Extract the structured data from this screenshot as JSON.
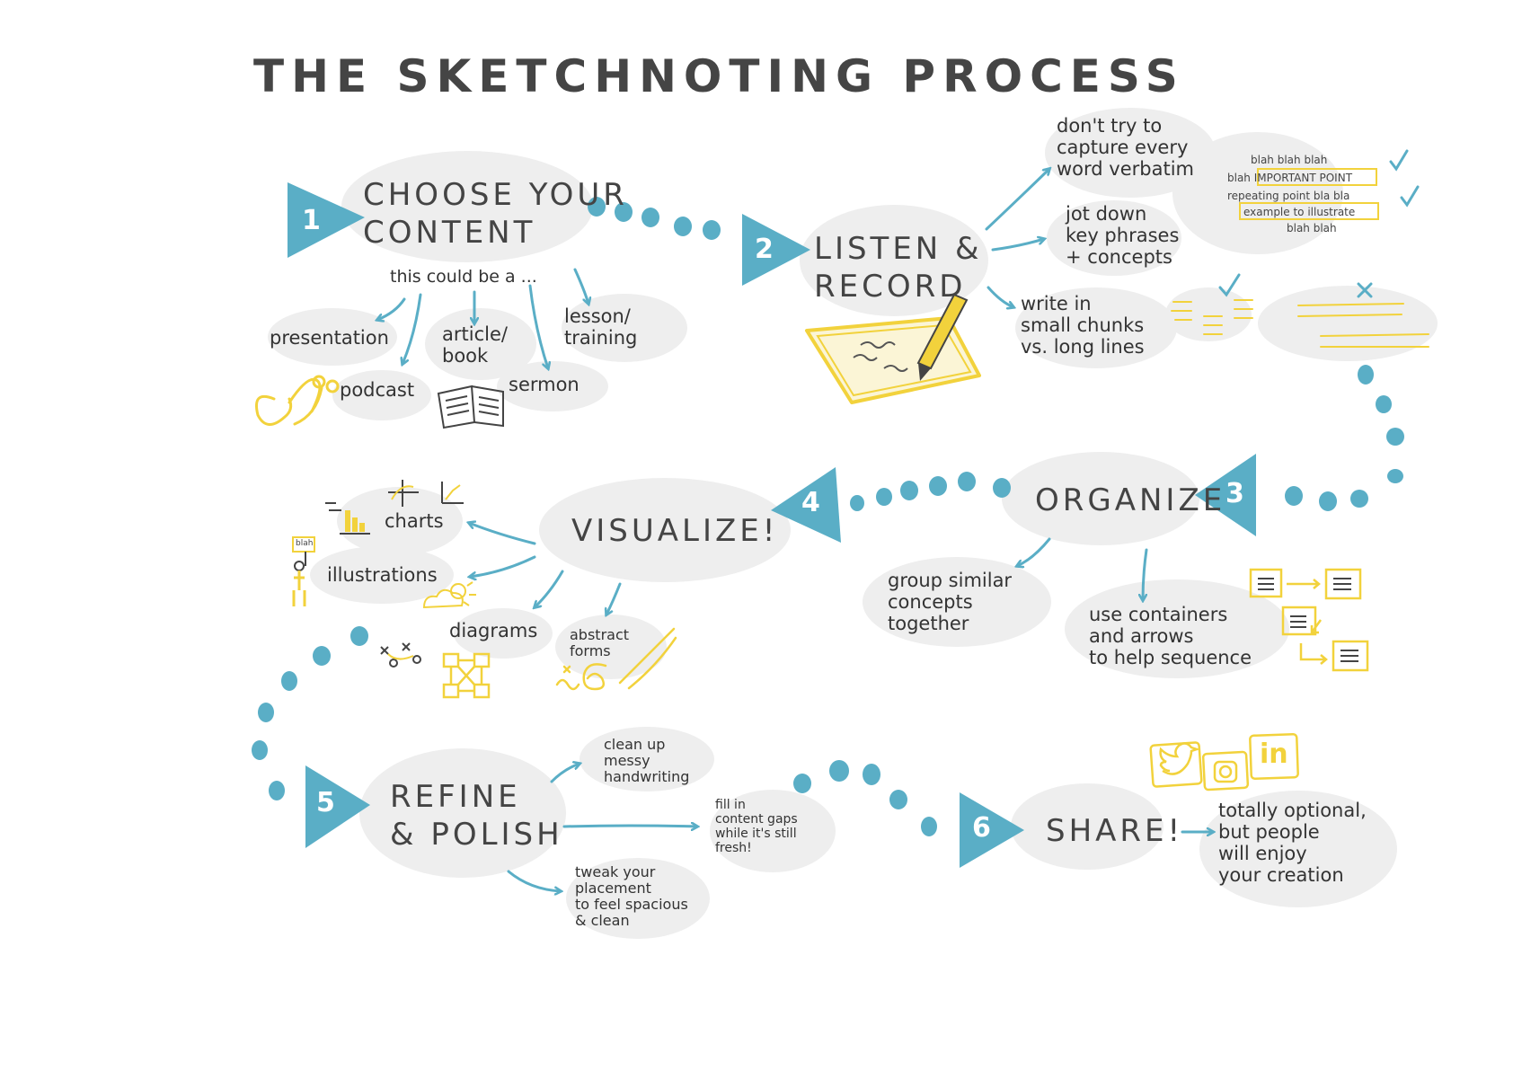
{
  "title": "THE SKETCHNOTING PROCESS",
  "colors": {
    "accent": "#5aaec6",
    "highlight": "#f2d23c",
    "blob": "#eeeeee",
    "ink": "#3d3d3d"
  },
  "steps": [
    {
      "number": "1",
      "label": "CHOOSE YOUR\nCONTENT"
    },
    {
      "number": "2",
      "label": "LISTEN &\nRECORD"
    },
    {
      "number": "3",
      "label": "ORGANIZE"
    },
    {
      "number": "4",
      "label": "VISUALIZE!"
    },
    {
      "number": "5",
      "label": "REFINE\n& POLISH"
    },
    {
      "number": "6",
      "label": "SHARE!"
    }
  ],
  "step1": {
    "lead": "this could be a ...",
    "items": [
      "presentation",
      "podcast",
      "article/\nbook",
      "sermon",
      "lesson/\ntraining"
    ]
  },
  "step2": {
    "notes": [
      "don't try to\ncapture every\nword verbatim",
      "jot down\nkey phrases\n+ concepts",
      "write in\nsmall chunks\nvs. long lines"
    ],
    "example_lines": [
      "blah blah blah",
      "blah IMPORTANT POINT",
      "repeating point bla bla",
      "example to illustrate",
      "blah blah"
    ]
  },
  "step3": {
    "notes": [
      "group similar\nconcepts\ntogether",
      "use containers\nand arrows\nto help sequence"
    ]
  },
  "step4": {
    "items": [
      "charts",
      "illustrations",
      "diagrams",
      "abstract\nforms"
    ],
    "sign_text": "blah"
  },
  "step5": {
    "notes": [
      "clean up\nmessy\nhandwriting",
      "fill in\ncontent gaps\nwhile it's still\nfresh!",
      "tweak your\nplacement\nto feel spacious\n& clean"
    ]
  },
  "step6": {
    "note": "totally optional,\nbut people\nwill enjoy\nyour creation",
    "social_icons": [
      "twitter-icon",
      "instagram-icon",
      "linkedin-icon"
    ],
    "linkedin_text": "in"
  }
}
